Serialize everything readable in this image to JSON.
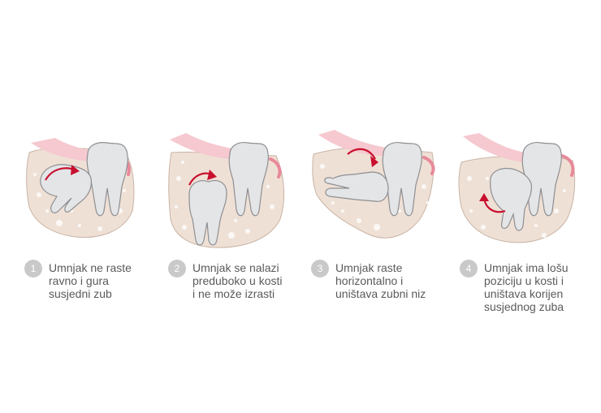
{
  "colors": {
    "bone": "#efe0d5",
    "bone_stroke": "#c9b3a4",
    "gum": "#f6c8cf",
    "gum_dark": "#e8899a",
    "tooth": "#e4e5e7",
    "tooth_stroke": "#8e8f93",
    "arrow": "#c8102e",
    "badge": "#c9c9c9",
    "text": "#5a5a5a"
  },
  "steps": [
    {
      "number": "1",
      "lines": [
        "Umnjak ne raste",
        "ravno i gura",
        "susjedni zub"
      ]
    },
    {
      "number": "2",
      "lines": [
        "Umnjak se nalazi",
        "preduboko u kosti",
        "i ne može izrasti"
      ]
    },
    {
      "number": "3",
      "lines": [
        "Umnjak raste",
        "horizontalno i",
        "uništava zubni niz"
      ]
    },
    {
      "number": "4",
      "lines": [
        "Umnjak ima lošu",
        "poziciju u kosti i",
        "uništava korijen",
        "susjednog zuba"
      ]
    }
  ]
}
